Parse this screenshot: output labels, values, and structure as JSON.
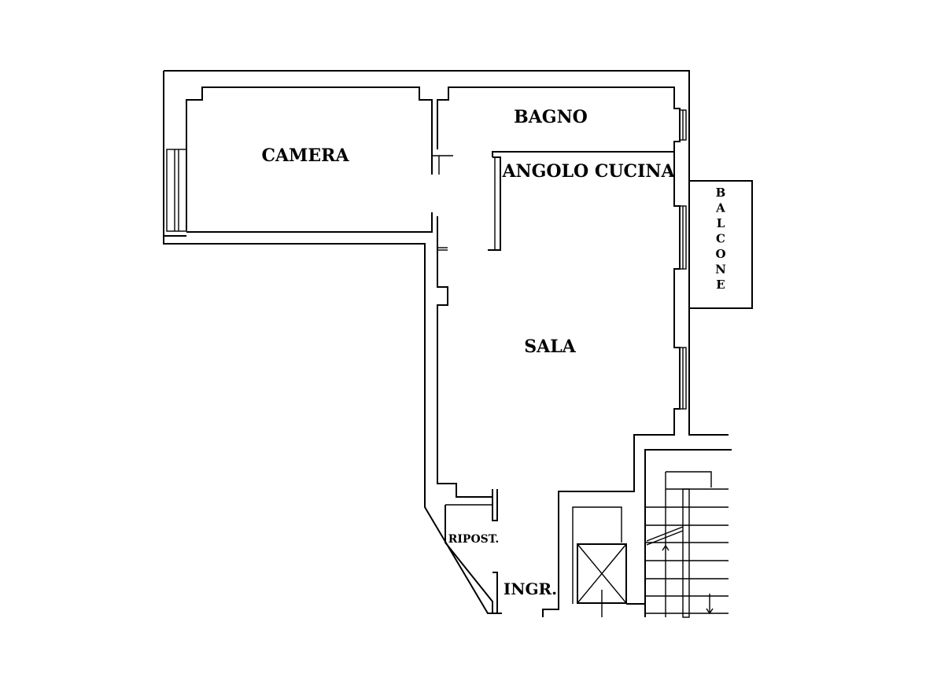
{
  "rooms": {
    "camera": "CAMERA",
    "bagno": "BAGNO",
    "angolo_cucina": "ANGOLO CUCINA",
    "sala": "SALA",
    "ripostiglio": "RIPOST.",
    "ingresso": "INGR.",
    "balcone": "BALCONE"
  },
  "colors": {
    "wall": "#000000",
    "background": "#ffffff"
  }
}
